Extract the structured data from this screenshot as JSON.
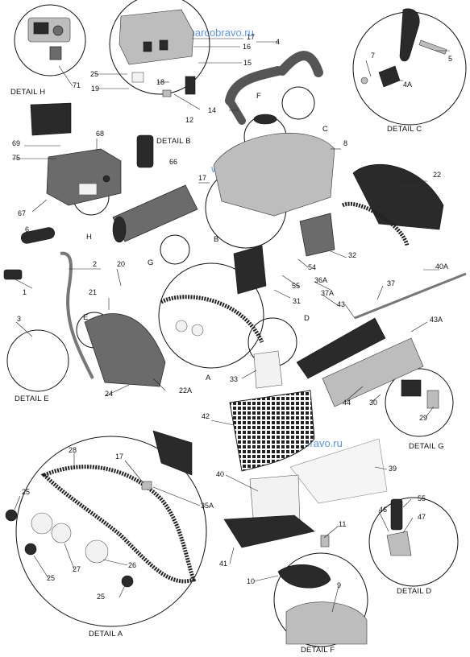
{
  "watermark": "www.marcobravo.ru",
  "details": [
    {
      "id": "H",
      "text": "DETAIL H"
    },
    {
      "id": "B",
      "text": "DETAIL B"
    },
    {
      "id": "C",
      "text": "DETAIL C"
    },
    {
      "id": "E",
      "text": "DETAIL E"
    },
    {
      "id": "G",
      "text": "DETAIL G"
    },
    {
      "id": "A",
      "text": "DETAIL A"
    },
    {
      "id": "D",
      "text": "DETAIL D"
    },
    {
      "id": "F",
      "text": "DETAIL F"
    }
  ],
  "letters": [
    {
      "id": "H",
      "text": "H"
    },
    {
      "id": "B",
      "text": "B"
    },
    {
      "id": "G",
      "text": "G"
    },
    {
      "id": "F",
      "text": "F"
    },
    {
      "id": "C",
      "text": "C"
    },
    {
      "id": "E",
      "text": "E"
    },
    {
      "id": "A",
      "text": "A"
    },
    {
      "id": "D",
      "text": "D"
    }
  ],
  "callouts": [
    "71",
    "25",
    "19",
    "18",
    "17",
    "16",
    "4",
    "15",
    "12",
    "14",
    "7",
    "5",
    "4A",
    "69",
    "68",
    "75",
    "66",
    "8",
    "17",
    "22",
    "67",
    "6",
    "2",
    "20",
    "1",
    "21",
    "3",
    "24",
    "22A",
    "33",
    "31",
    "54",
    "55",
    "36A",
    "37A",
    "43",
    "37",
    "40A",
    "43A",
    "44",
    "30",
    "29",
    "42",
    "32",
    "28",
    "17",
    "35A",
    "40",
    "39",
    "25",
    "27",
    "25",
    "26",
    "41",
    "10",
    "11",
    "9",
    "55",
    "47",
    "46",
    "25"
  ],
  "icons": [
    "control-box-icon",
    "remote-control-icon",
    "motor-block-icon",
    "handle-icon",
    "hood-icon",
    "brush-roller-icon",
    "filter-basket-icon",
    "filter-tray-icon",
    "drive-track-icon",
    "wheel-icon",
    "power-cable-icon",
    "impeller-icon",
    "side-panel-icon"
  ]
}
